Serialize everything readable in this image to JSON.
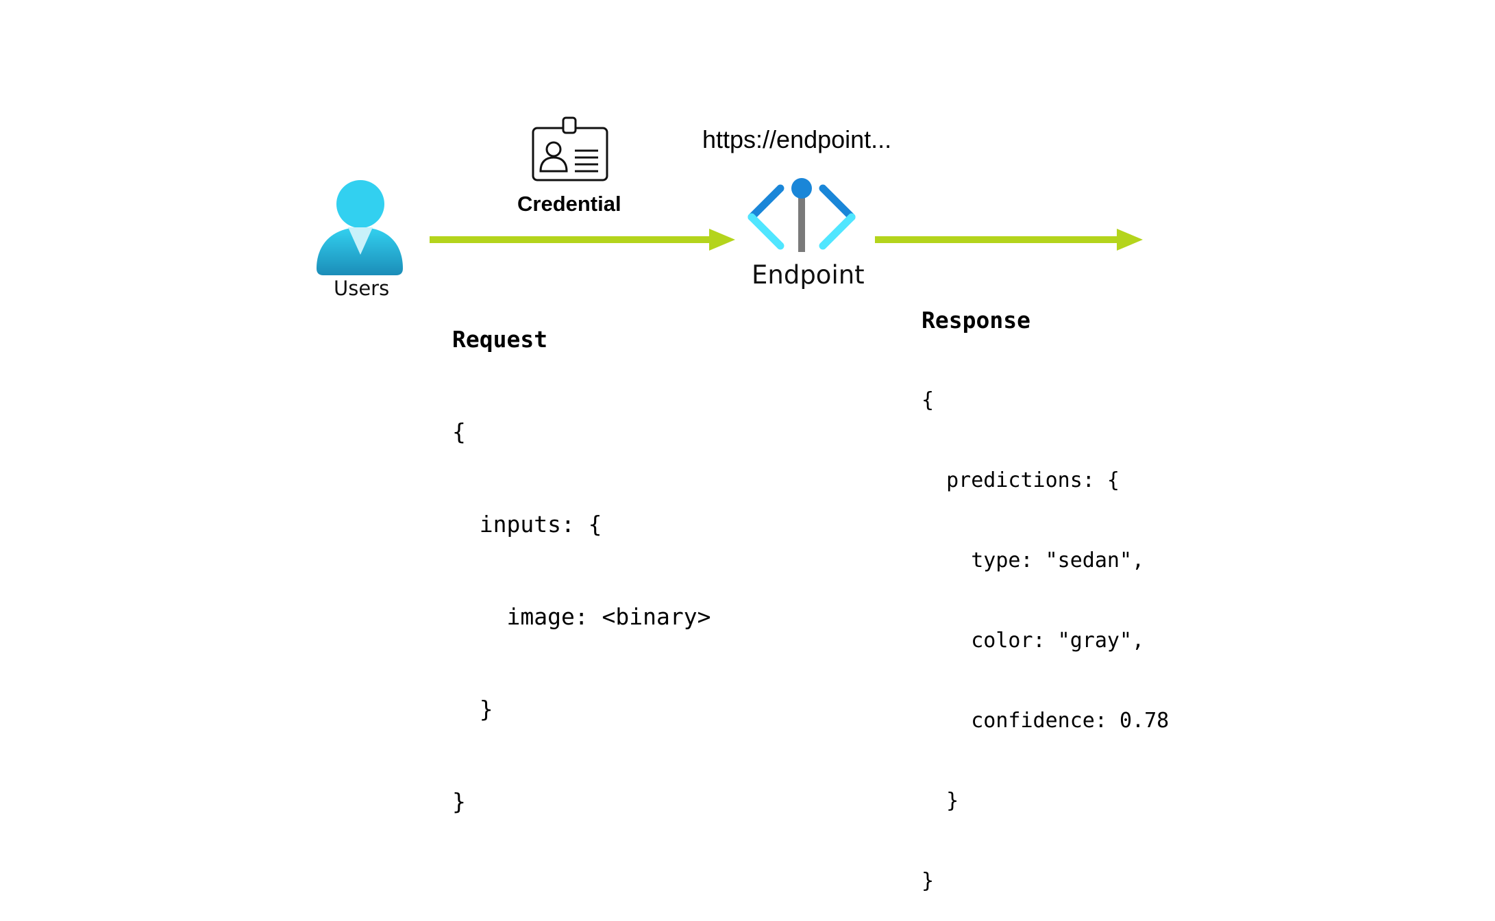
{
  "users": {
    "label": "Users"
  },
  "credential": {
    "label": "Credential"
  },
  "endpoint": {
    "url": "https://endpoint...",
    "label": "Endpoint"
  },
  "request": {
    "title": "Request",
    "lines": [
      "{",
      "  inputs: {",
      "    image: <binary>",
      "  }",
      "}"
    ]
  },
  "response": {
    "title": "Response",
    "lines": [
      "{",
      "  predictions: {",
      "    type: \"sedan\",",
      "    color: \"gray\",",
      "    confidence: 0.78",
      "  }",
      "}"
    ]
  },
  "colors": {
    "arrow": "#B4D41C",
    "user_light": "#33D1F0",
    "user_dark": "#1B8DB8",
    "endpoint_blue": "#1A86D8",
    "endpoint_cyan": "#50E6FF",
    "endpoint_stem": "#7A7A7A"
  },
  "icons": {
    "users": "user-icon",
    "credential": "id-card-icon",
    "endpoint": "endpoint-icon"
  }
}
